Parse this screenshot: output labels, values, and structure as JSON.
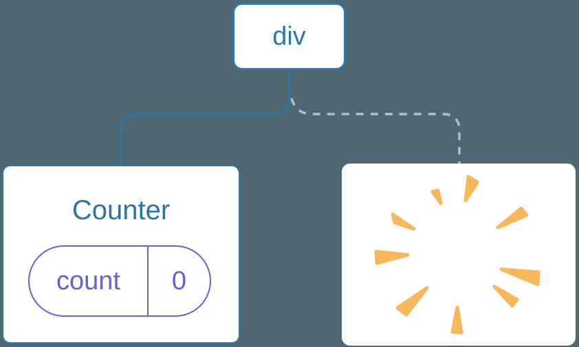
{
  "diagram": {
    "description": "Component tree: div root with a kept Counter child (solid line) and a removed child shown as a poof starburst (dashed line)",
    "background_color": "#4d6773",
    "root_node": {
      "label": "div"
    },
    "counter_node": {
      "title": "Counter",
      "state": {
        "key": "count",
        "value": "0"
      }
    },
    "removed_node": {
      "icon": "poof-starburst-icon"
    },
    "colors": {
      "card_background": "#ffffff",
      "node_border_blue": "#2e77a8",
      "node_text_blue": "#2c73a2",
      "solid_connector": "#2e77a8",
      "dashed_connector": "#a5c5db",
      "state_accent_purple": "#6262d8",
      "starburst_orange": "#f8b75a"
    }
  }
}
